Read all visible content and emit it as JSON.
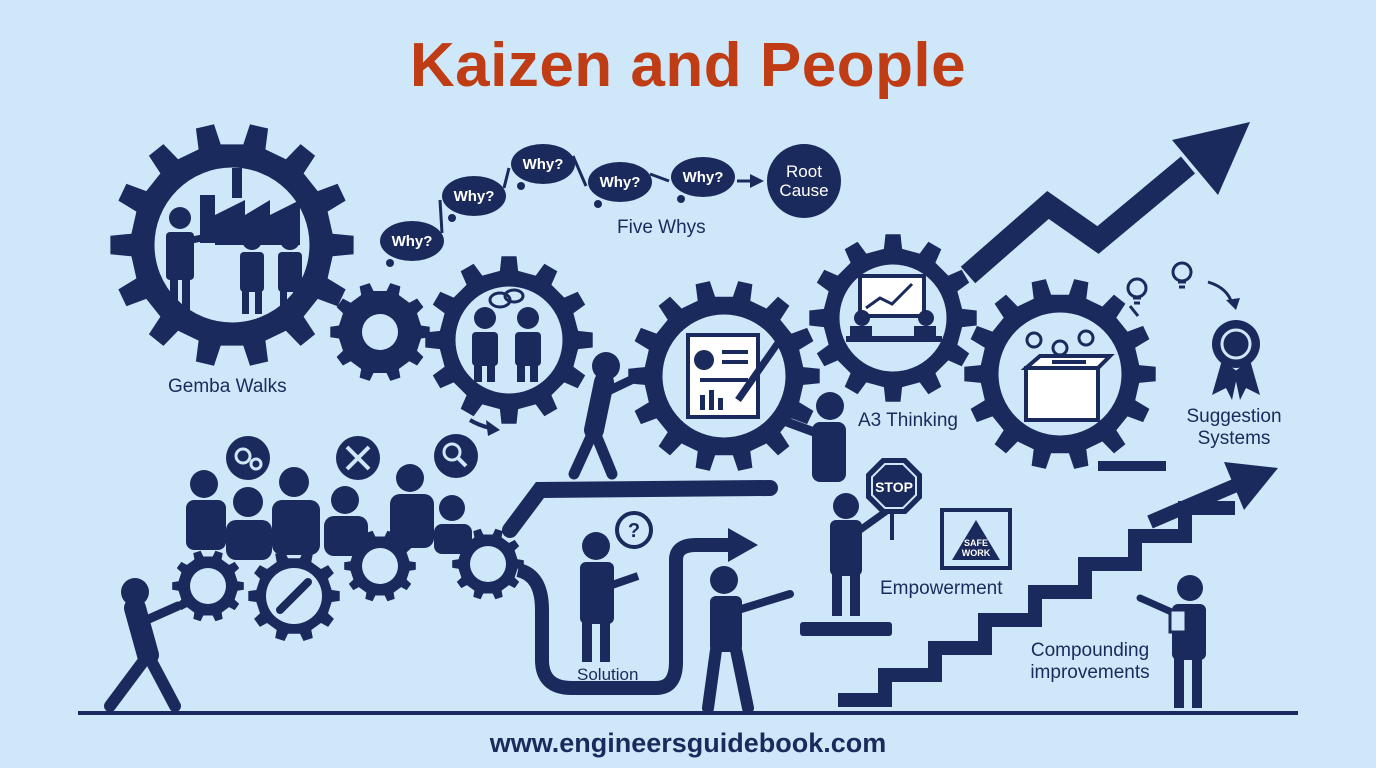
{
  "title": "Kaizen and People",
  "labels": {
    "gemba": "Gemba Walks",
    "five_whys": "Five Whys",
    "a3": "A3 Thinking",
    "suggestion_line1": "Suggestion",
    "suggestion_line2": "Systems",
    "empowerment": "Empowerment",
    "compounding_line1": "Compounding",
    "compounding_line2": "improvements",
    "solution": "Solution"
  },
  "why_bubbles": [
    "Why?",
    "Why?",
    "Why?",
    "Why?",
    "Why?"
  ],
  "root_cause": {
    "line1": "Root",
    "line2": "Cause"
  },
  "stop_sign": "STOP",
  "safe_sign": {
    "line1": "SAFE",
    "line2": "WORK"
  },
  "footer": "www.engineersguidebook.com",
  "colors": {
    "ink": "#1b2a5c",
    "title": "#c03c14",
    "background": "#cfe8f9"
  }
}
